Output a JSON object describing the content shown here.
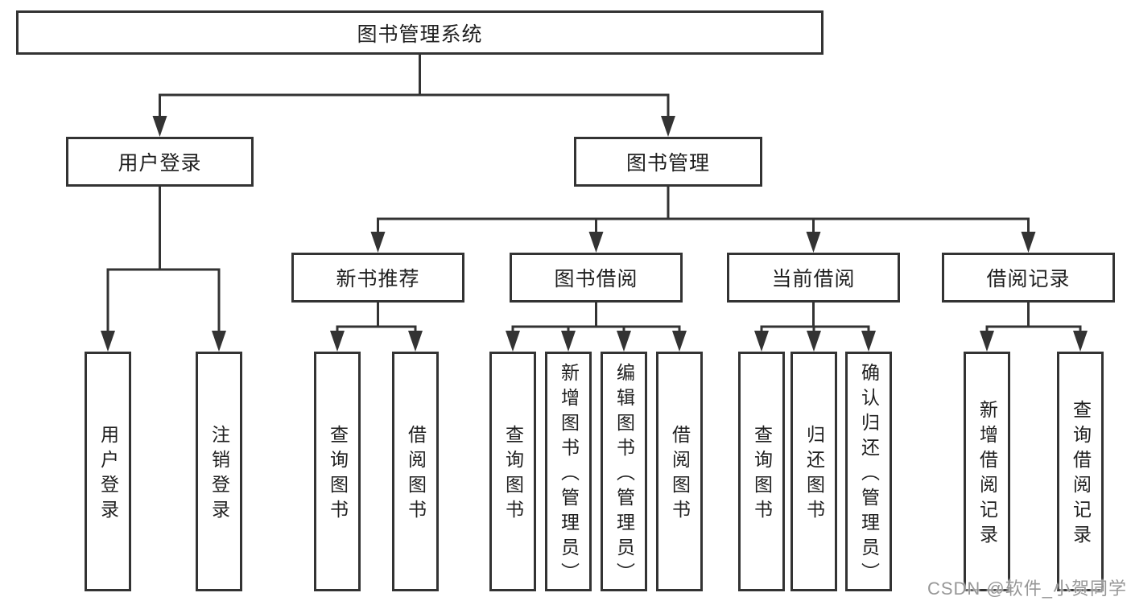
{
  "colors": {
    "line": "#333333",
    "border": "#333333",
    "text": "#1f1f1f",
    "watermark": "#919191",
    "background": "#ffffff"
  },
  "tree": {
    "root": {
      "label": "图书管理系统"
    },
    "branches": [
      {
        "label": "用户登录",
        "children": [
          {
            "label": "用户登录"
          },
          {
            "label": "注销登录"
          }
        ]
      },
      {
        "label": "图书管理",
        "groups": [
          {
            "label": "新书推荐",
            "children": [
              {
                "label": "查询图书"
              },
              {
                "label": "借阅图书"
              }
            ]
          },
          {
            "label": "图书借阅",
            "children": [
              {
                "label": "查询图书"
              },
              {
                "label": "新增图书（管理员）"
              },
              {
                "label": "编辑图书（管理员）"
              },
              {
                "label": "借阅图书"
              }
            ]
          },
          {
            "label": "当前借阅",
            "children": [
              {
                "label": "查询图书"
              },
              {
                "label": "归还图书"
              },
              {
                "label": "确认归还（管理员）"
              }
            ]
          },
          {
            "label": "借阅记录",
            "children": [
              {
                "label": "新增借阅记录"
              },
              {
                "label": "查询借阅记录"
              }
            ]
          }
        ]
      }
    ]
  },
  "watermark": {
    "text": "CSDN @软件_小贺同学"
  }
}
